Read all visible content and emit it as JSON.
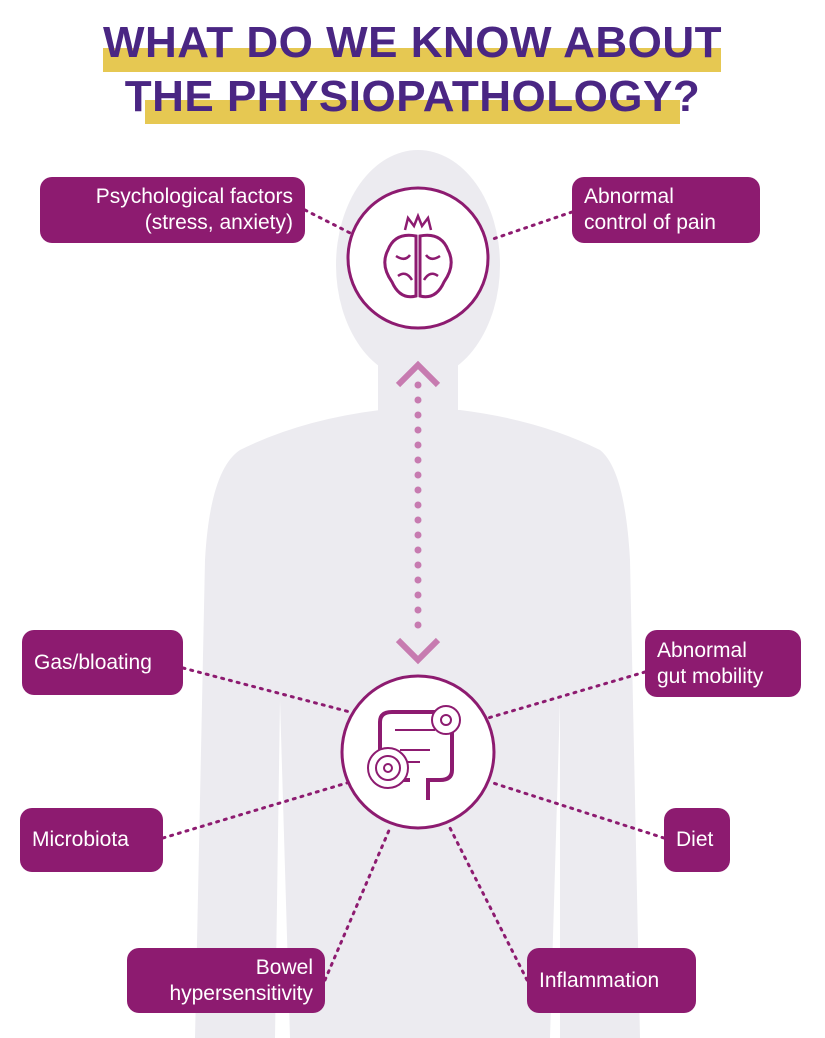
{
  "title": {
    "line1": "WHAT DO WE KNOW ABOUT",
    "line2": "THE PHYSIOPATHOLOGY?"
  },
  "factors": {
    "psychological": {
      "line1": "Psychological factors",
      "line2": "(stress, anxiety)"
    },
    "pain": {
      "line1": "Abnormal",
      "line2": "control of pain"
    },
    "gas": "Gas/bloating",
    "mobility": {
      "line1": "Abnormal",
      "line2": "gut mobility"
    },
    "microbiota": "Microbiota",
    "diet": "Diet",
    "bowel": {
      "line1": "Bowel",
      "line2": "hypersensitivity"
    },
    "inflammation": "Inflammation"
  },
  "colors": {
    "title": "#4a2683",
    "highlight": "#e6c852",
    "box": "#8d1b70",
    "arrow": "#c77bb0",
    "silhouette": "#ecebf0"
  }
}
